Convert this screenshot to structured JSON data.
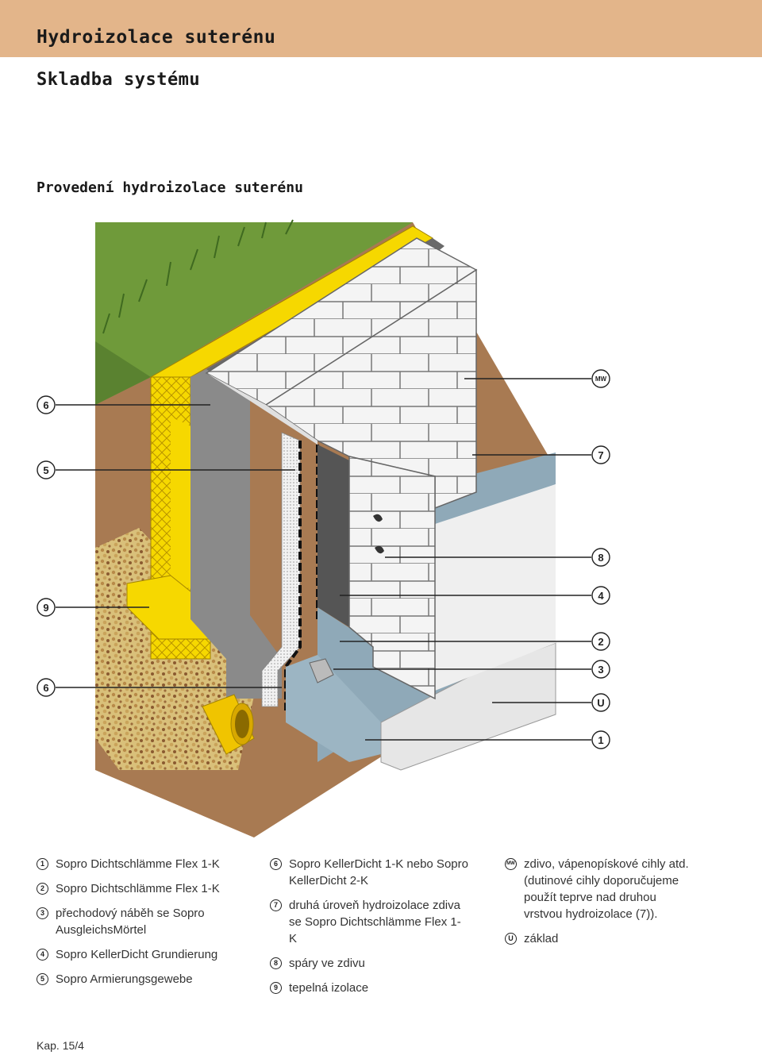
{
  "header": {
    "title": "Hydroizolace suterénu",
    "subtitle": "Skladba systému"
  },
  "section": {
    "title": "Provedení hydroizolace suterénu"
  },
  "callouts": {
    "c6a": "6",
    "c5": "5",
    "c9": "9",
    "c6b": "6",
    "cmw": "MW",
    "c7": "7",
    "c8": "8",
    "c4": "4",
    "c2": "2",
    "c3": "3",
    "cu": "U",
    "c1": "1"
  },
  "legend": {
    "col1": [
      {
        "marker": "1",
        "text": "Sopro Dichtschlämme Flex 1-K"
      },
      {
        "marker": "2",
        "text": "Sopro Dichtschlämme Flex 1-K"
      },
      {
        "marker": "3",
        "text": "přechodový náběh se Sopro AusgleichsMörtel"
      },
      {
        "marker": "4",
        "text": "Sopro KellerDicht Grundierung"
      },
      {
        "marker": "5",
        "text": "Sopro Armierungsgewebe"
      }
    ],
    "col2": [
      {
        "marker": "6",
        "text": "Sopro KellerDicht 1-K nebo Sopro KellerDicht 2-K"
      },
      {
        "marker": "7",
        "text": "druhá úroveň hydroizolace zdiva se Sopro Dichtschlämme Flex 1-K"
      },
      {
        "marker": "8",
        "text": "spáry ve zdivu"
      },
      {
        "marker": "9",
        "text": "tepelná izolace"
      }
    ],
    "col3": [
      {
        "marker": "MW",
        "text": "zdivo, vápenopískové cihly atd.(dutinové cihly doporučujeme použít teprve nad druhou vrstvou hydroizolace (7))."
      },
      {
        "marker": "U",
        "text": "základ"
      }
    ]
  },
  "footer": {
    "page_ref": "Kap. 15/4"
  },
  "colors": {
    "header_band": "#e3b58a",
    "insulation_yellow": "#f6d800",
    "soil_brown": "#a87a52",
    "grass_green": "#6f9a3a",
    "waterproof_grey": "#7a7a7a",
    "blue_coating": "#8fa9b8",
    "drain_pipe": "#f0c400"
  }
}
